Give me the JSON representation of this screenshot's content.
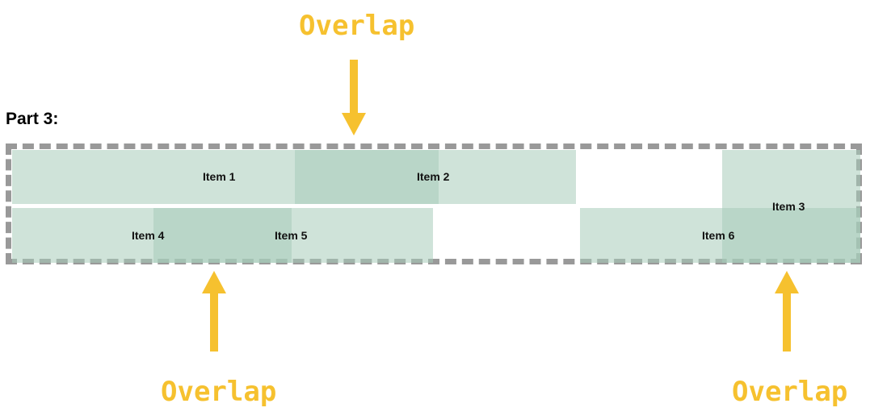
{
  "part_title": "Part 3:",
  "callouts": {
    "top_label": "Overlap",
    "bottom_left_label": "Overlap",
    "bottom_right_label": "Overlap"
  },
  "items": {
    "item1": "Item 1",
    "item2": "Item 2",
    "item3": "Item 3",
    "item4": "Item 4",
    "item5": "Item 5",
    "item6": "Item 6"
  },
  "colors": {
    "accent": "#f6c12f",
    "item_fill": "#a8ccba",
    "border": "#999999"
  }
}
